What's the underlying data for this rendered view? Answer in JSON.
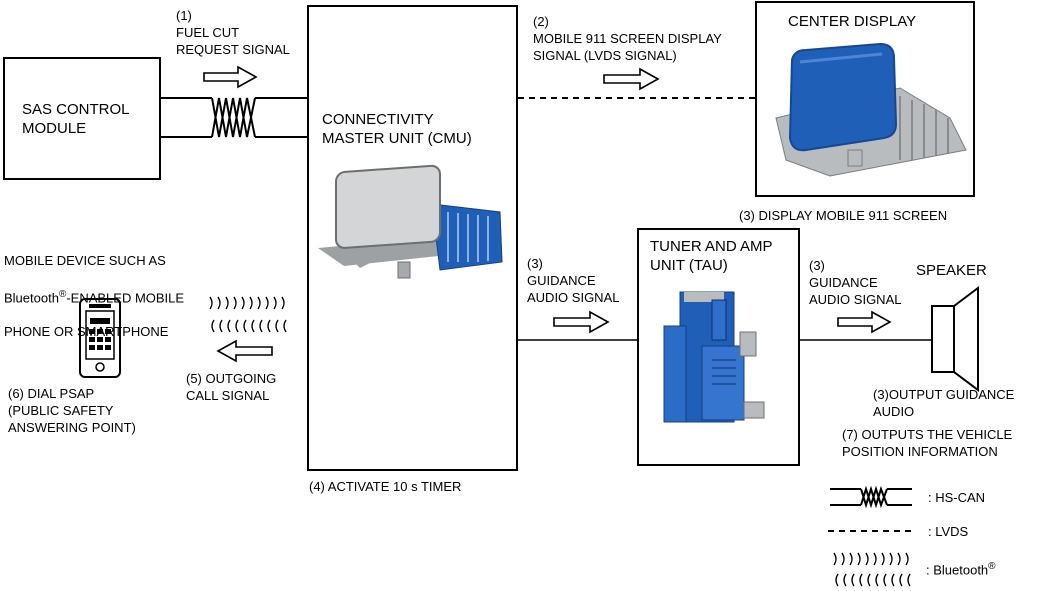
{
  "sas": {
    "title": "SAS CONTROL\nMODULE"
  },
  "cmu": {
    "title": "CONNECTIVITY\nMASTER UNIT (CMU)"
  },
  "center_display": {
    "title": "CENTER DISPLAY"
  },
  "tau": {
    "title": "TUNER AND AMP\nUNIT (TAU)"
  },
  "speaker": {
    "title": "SPEAKER"
  },
  "signals": {
    "s1": "(1)\nFUEL CUT\nREQUEST SIGNAL",
    "s2": "(2)\nMOBILE 911 SCREEN DISPLAY\nSIGNAL (LVDS SIGNAL)",
    "s3a": "(3)\nGUIDANCE\nAUDIO SIGNAL",
    "s3b": "(3)\nGUIDANCE\nAUDIO SIGNAL",
    "s5": "(5) OUTGOING\nCALL SIGNAL"
  },
  "steps": {
    "display": "(3) DISPLAY MOBILE 911 SCREEN",
    "timer": "(4) ACTIVATE 10 s TIMER",
    "output": "(3)OUTPUT GUIDANCE\nAUDIO",
    "position": "(7) OUTPUTS THE VEHICLE\nPOSITION INFORMATION",
    "dial": "(6) DIAL PSAP\n(PUBLIC SAFETY\nANSWERING POINT)"
  },
  "mobile": {
    "line1": "MOBILE DEVICE SUCH AS",
    "line2_prefix": "Bluetooth",
    "reg": "®",
    "line2_suffix": "-ENABLED MOBILE",
    "line3": "PHONE OR SMARTPHONE"
  },
  "legend": {
    "hscan": ": HS-CAN",
    "lvds": ": LVDS",
    "bluetooth": ": Bluetooth",
    "reg": "®"
  },
  "colors": {
    "device_blue": "#1f5fb8",
    "device_gray": "#b9bcbf"
  }
}
